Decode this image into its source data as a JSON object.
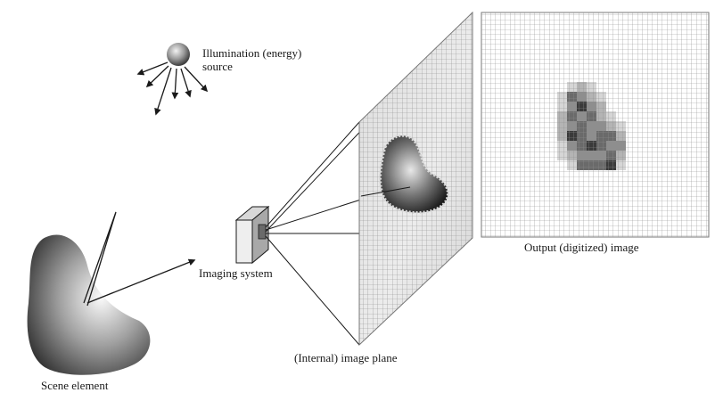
{
  "labels": {
    "illumination_line1": "Illumination (energy)",
    "illumination_line2": "source",
    "imaging_system": "Imaging system",
    "image_plane": "(Internal) image plane",
    "output_image": "Output (digitized) image",
    "scene_element": "Scene element"
  },
  "colors": {
    "ink": "#1a1a1a",
    "grid_line": "#9a9a9a",
    "background": "#ffffff"
  },
  "output_pixels": [
    [
      0,
      0,
      0,
      0,
      1,
      2,
      1,
      0,
      0,
      0
    ],
    [
      0,
      0,
      0,
      1,
      4,
      3,
      2,
      1,
      0,
      0
    ],
    [
      0,
      0,
      0,
      1,
      3,
      5,
      3,
      2,
      0,
      0
    ],
    [
      0,
      0,
      0,
      2,
      4,
      3,
      4,
      2,
      1,
      0
    ],
    [
      0,
      0,
      0,
      2,
      3,
      4,
      3,
      3,
      2,
      1
    ],
    [
      0,
      0,
      0,
      2,
      5,
      4,
      3,
      4,
      4,
      2
    ],
    [
      0,
      0,
      0,
      1,
      3,
      4,
      5,
      4,
      3,
      3
    ],
    [
      0,
      0,
      0,
      1,
      2,
      3,
      3,
      3,
      4,
      2
    ],
    [
      0,
      0,
      0,
      0,
      1,
      4,
      4,
      4,
      5,
      1
    ]
  ]
}
